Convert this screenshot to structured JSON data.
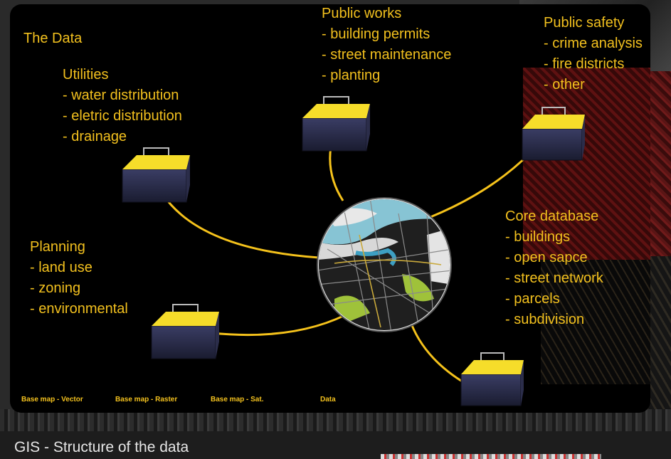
{
  "title": "The Data",
  "groups": {
    "utilities": {
      "head": "Utilities",
      "items": [
        "- water distribution",
        "- eletric distribution",
        "- drainage"
      ]
    },
    "public_works": {
      "head": "Public works",
      "items": [
        "- building permits",
        "- street maintenance",
        "- planting"
      ]
    },
    "public_safety": {
      "head": "Public safety",
      "items": [
        "- crime analysis",
        "- fire districts",
        "- other"
      ]
    },
    "planning": {
      "head": "Planning",
      "items": [
        "- land use",
        "- zoning",
        "- environmental"
      ]
    },
    "core": {
      "head": "Core database",
      "items": [
        "- buildings",
        "- open sapce",
        "- street network",
        "- parcels",
        "- subdivision"
      ]
    }
  },
  "tabs": [
    "Base map - Vector",
    "Base map - Raster",
    "Base map - Sat.",
    "Data"
  ],
  "footer_title": "GIS - Structure of the data",
  "colors": {
    "accent": "#f2c01e",
    "line": "#f5c21b",
    "panel": "#000000",
    "toolbox": "#2b2d4a"
  }
}
